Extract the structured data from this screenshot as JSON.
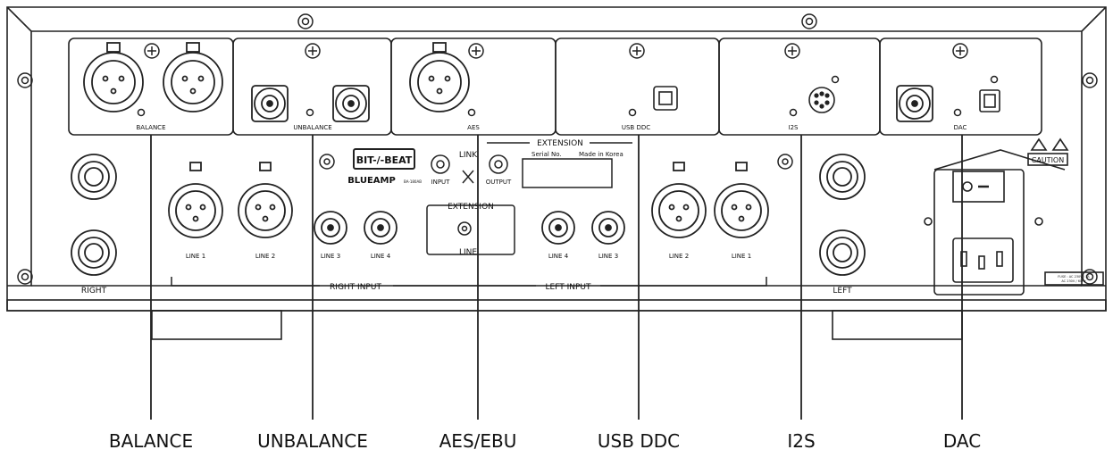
{
  "callouts": [
    {
      "id": "balance",
      "label": "BALANCE"
    },
    {
      "id": "unbalance",
      "label": "UNBALANCE"
    },
    {
      "id": "aes",
      "label": "AES/EBU"
    },
    {
      "id": "usb",
      "label": "USB DDC"
    },
    {
      "id": "i2s",
      "label": "I2S"
    },
    {
      "id": "dac",
      "label": "DAC"
    }
  ],
  "module_labels": {
    "balance": "BALANCE",
    "unbalance": "UNBALANCE",
    "aes": "AES",
    "usb": "USB DDC",
    "i2s": "I2S",
    "dac": "DAC"
  },
  "panel": {
    "right": "RIGHT",
    "left": "LEFT",
    "right_input": "RIGHT INPUT",
    "left_input": "LEFT INPUT",
    "line1": "LINE 1",
    "line2": "LINE 2",
    "line3": "LINE 3",
    "line4": "LINE 4",
    "extension": "EXTENSION",
    "link": "LINK",
    "line": "LINE",
    "input": "INPUT",
    "output": "OUTPUT",
    "serial": "Serial No.",
    "made_in": "Made in Korea",
    "brand": "BIT-/-BEAT",
    "product": "BLUEAMP",
    "model": "BA-180AB",
    "caution": "CAUTION",
    "fuse_line1": "FUSE : AC 230V / 1A",
    "fuse_line2": "AC 230V / 60Hz"
  }
}
